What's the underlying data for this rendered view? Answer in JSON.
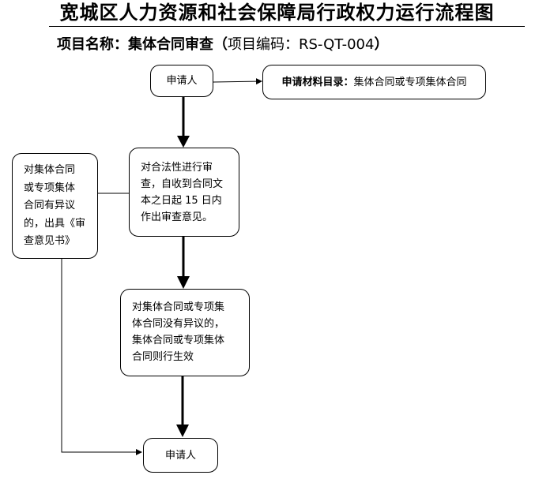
{
  "header": {
    "title": "宽城区人力资源和社会保障局行政权力运行流程图",
    "project_label": "项目名称：",
    "project_name": "集体合同审查",
    "code_open": "（",
    "code_label": "项目编码：",
    "code_value": "RS-QT-004",
    "code_close": "）"
  },
  "flow": {
    "start": "申请人",
    "materials_label": "申请材料目录：",
    "materials_value": "集体合同或专项集体合同",
    "review": [
      "对合法性进行审",
      "查，自收到合同文",
      "本之日起 15 日内",
      "作出审查意见。"
    ],
    "objection": [
      "对集体合同",
      "或专项集体",
      "合同有异议",
      "的，出具《审",
      "查意见书》"
    ],
    "effective": [
      "对集体合同或专项集",
      "体合同没有异议的，",
      "集体合同或专项集体",
      "合同则行生效"
    ],
    "end": "申请人"
  }
}
